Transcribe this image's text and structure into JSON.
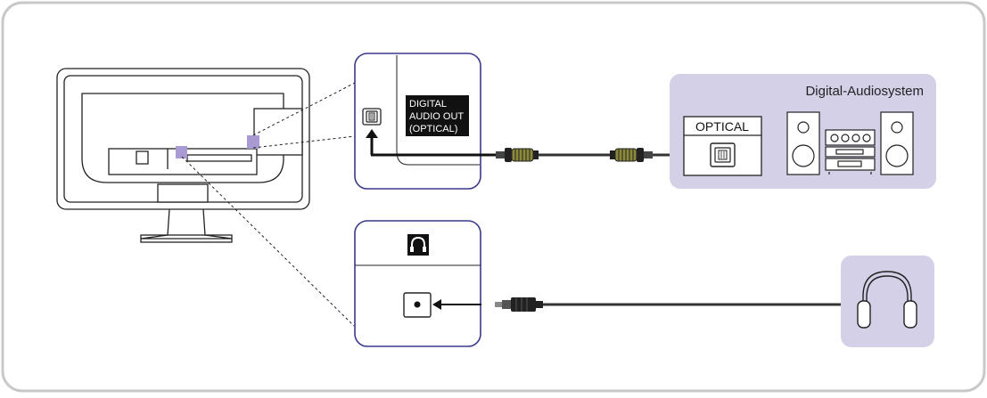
{
  "optical_panel": {
    "port_label_lines": [
      "DIGITAL",
      "AUDIO OUT",
      "(OPTICAL)"
    ]
  },
  "audio_system": {
    "title": "Digital-Audiosystem",
    "input_label": "OPTICAL"
  },
  "colors": {
    "frame": "#c8c8c8",
    "panel_border": "#3a3a8c",
    "device_fill": "#d3d0e8",
    "tv_port_highlight": "#a99ad4",
    "line_art": "#222222",
    "cable": "#333333",
    "plug_gold": "#8c8a3a"
  },
  "icons": {
    "optical_port_icon": "optical-port-icon",
    "headphone_symbol": "headphone-icon",
    "headphone_jack": "headphone-jack-icon",
    "headphones": "headphones-icon",
    "audio_system": "stereo-system-icon"
  }
}
